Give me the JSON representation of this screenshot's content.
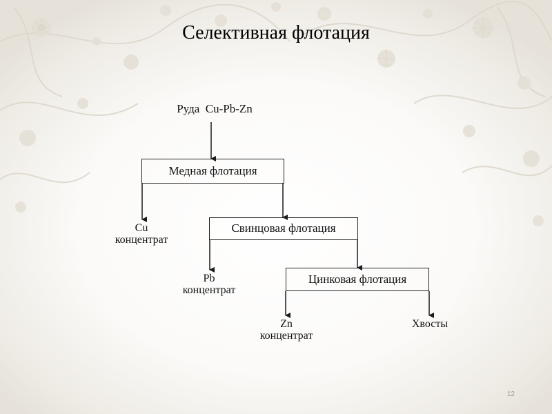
{
  "slide": {
    "title": "Селективная флотация",
    "number": "12"
  },
  "diagram": {
    "source": "Руда  Cu-Pb-Zn",
    "stages": [
      {
        "label": "Медная флотация"
      },
      {
        "label": "Свинцовая флотация"
      },
      {
        "label": "Цинковая флотация"
      }
    ],
    "outputs": [
      {
        "line1": "Cu",
        "line2": "концентрат"
      },
      {
        "line1": "Pb",
        "line2": "концентрат"
      },
      {
        "line1": "Zn",
        "line2": "концентрат"
      },
      {
        "line1": "Хвосты"
      }
    ]
  },
  "colors": {
    "line": "#1a1a1a",
    "ornament": "#e2ddd3"
  }
}
